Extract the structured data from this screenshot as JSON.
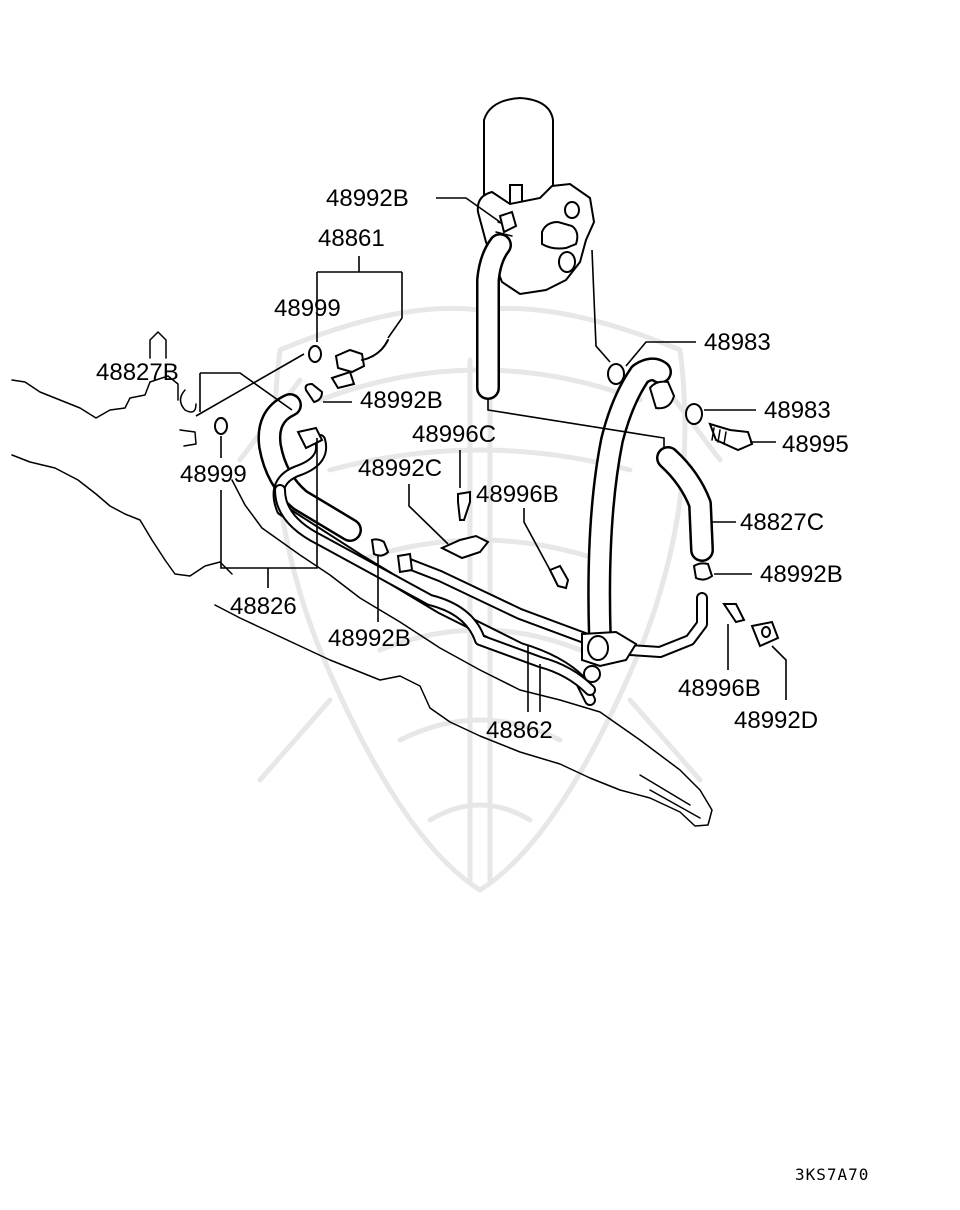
{
  "labels": {
    "p48992b_top": "48992B",
    "p48861": "48861",
    "p48999_a": "48999",
    "p48827b": "48827B",
    "p48992b_mid": "48992B",
    "p48999_b": "48999",
    "p48826": "48826",
    "p48996c": "48996C",
    "p48992c": "48992C",
    "p48996b_a": "48996B",
    "p48992b_low": "48992B",
    "p48862": "48862",
    "p48983_a": "48983",
    "p48983_b": "48983",
    "p48995": "48995",
    "p48827c": "48827C",
    "p48992b_right": "48992B",
    "p48996b_b": "48996B",
    "p48992d": "48992D"
  },
  "diagram_code": "3KS7A70"
}
